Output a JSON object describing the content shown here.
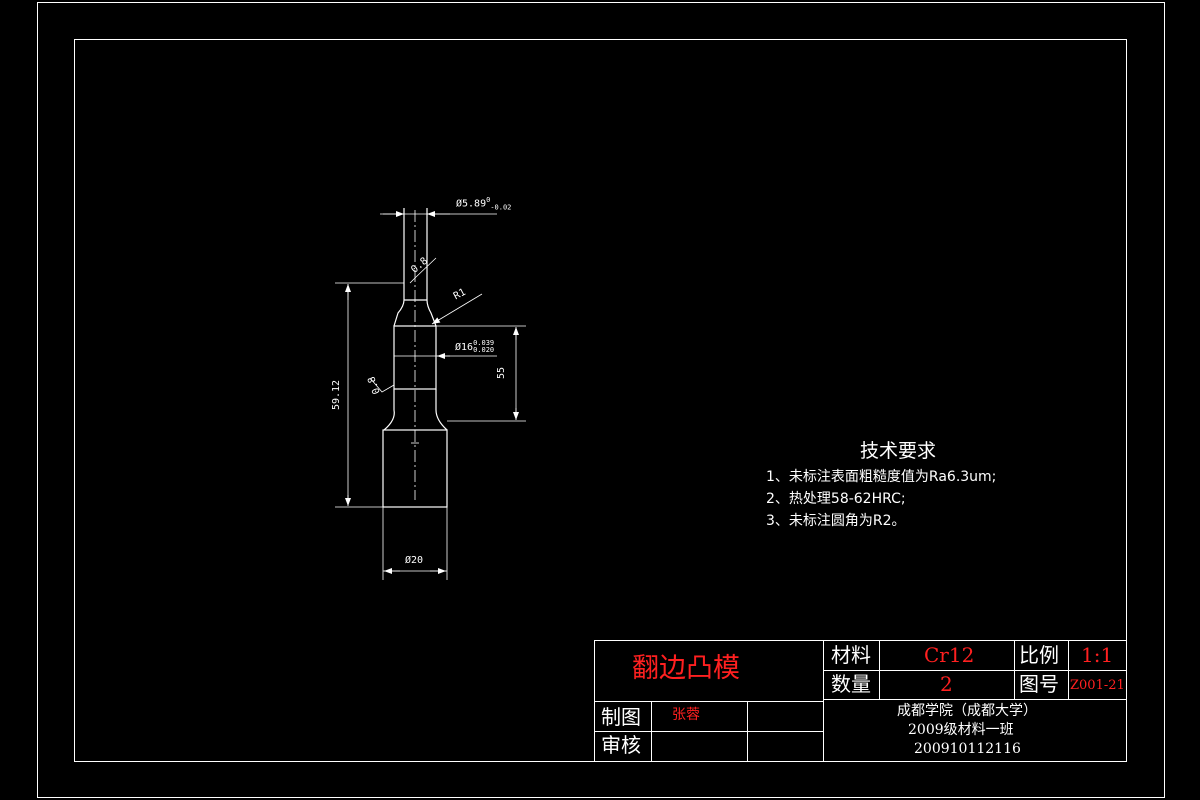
{
  "drawing": {
    "dimensions": {
      "top_diameter": "Ø5.89",
      "top_diameter_tol_upper": "0",
      "top_diameter_tol_lower": "-0.02",
      "radius": "R1",
      "mid_diameter": "Ø16",
      "mid_diameter_tol_upper": "0.039",
      "mid_diameter_tol_lower": "0.020",
      "height_upper": "55",
      "height_total": "59.12",
      "base_diameter": "Ø20",
      "roughness_top": "0.8",
      "roughness_mid": "0.8"
    }
  },
  "tech_requirements": {
    "title": "技术要求",
    "items": [
      "1、未标注表面粗糙度值为Ra6.3um;",
      "2、热处理58-62HRC;",
      "3、未标注圆角为R2。"
    ]
  },
  "title_block": {
    "part_name": "翻边凸模",
    "material_label": "材料",
    "material_value": "Cr12",
    "scale_label": "比例",
    "scale_value": "1:1",
    "quantity_label": "数量",
    "quantity_value": "2",
    "drawing_no_label": "图号",
    "drawing_no_value": "Z001-21",
    "drawn_by_label": "制图",
    "drawn_by_value": "张蓉",
    "reviewed_by_label": "审核",
    "school": "成都学院（成都大学）",
    "class": "2009级材料一班",
    "student_id": "200910112116"
  },
  "colors": {
    "background": "#000000",
    "lines": "#ffffff",
    "highlight": "#ff2020"
  }
}
